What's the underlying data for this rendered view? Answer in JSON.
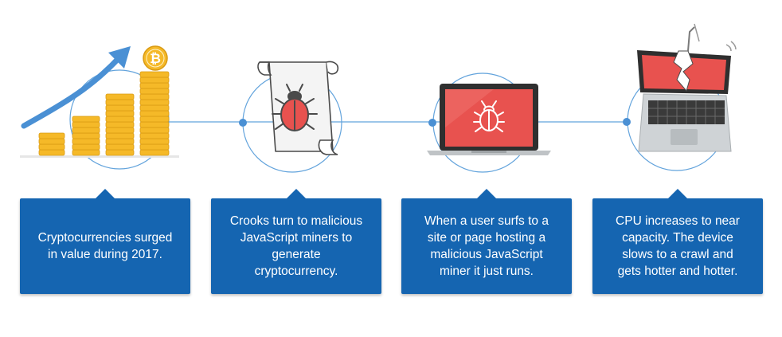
{
  "steps": [
    {
      "text": "Cryptocurrencies surged in value during 2017."
    },
    {
      "text": "Crooks turn to malicious JavaScript miners to generate cryptocurrency."
    },
    {
      "text": "When a user surfs to a site or page hosting a malicious JavaScript miner it just runs."
    },
    {
      "text": "CPU increases to near capacity. The device slows to a crawl and gets hotter and hotter."
    }
  ],
  "icons": [
    "rising-coins-bitcoin-icon",
    "scroll-bug-icon",
    "laptop-bug-icon",
    "broken-laptop-icon"
  ],
  "colors": {
    "card": "#1565b1",
    "line": "#62a3dc",
    "bug_red": "#e8524f",
    "coin_gold": "#f5b928",
    "arrow": "#4a90d4"
  }
}
